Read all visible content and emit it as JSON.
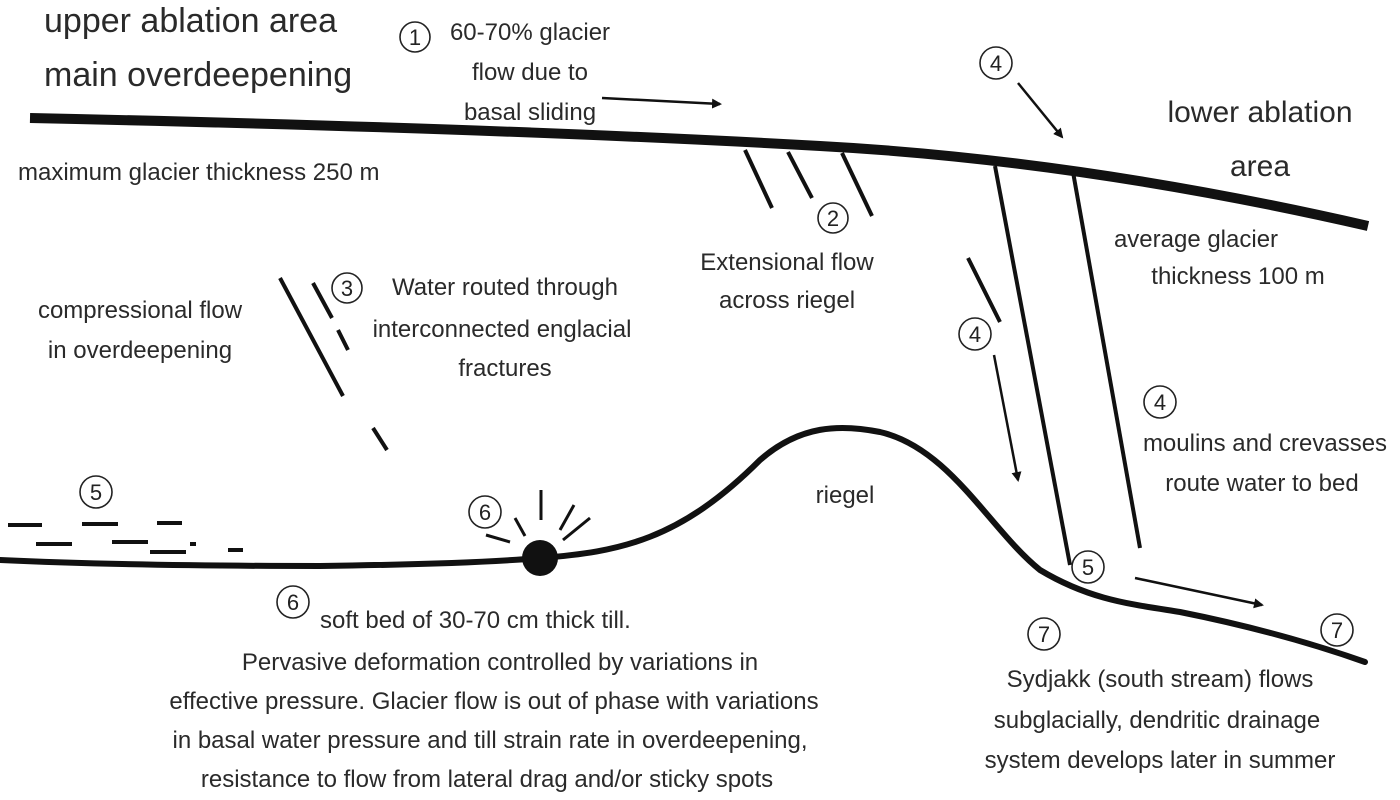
{
  "labels": {
    "upper_area_line1": "upper ablation area",
    "upper_area_line2": "main overdeepening",
    "lower_area_line1": "lower ablation",
    "lower_area_line2": "area",
    "max_thickness": "maximum glacier thickness 250 m",
    "avg_thickness_line1": "average glacier",
    "avg_thickness_line2": "thickness 100 m",
    "riegel": "riegel"
  },
  "markers": [
    "1",
    "2",
    "3",
    "4",
    "5",
    "6",
    "7"
  ],
  "notes": {
    "n1": [
      "60-70% glacier",
      "flow due to",
      "basal sliding"
    ],
    "n2": [
      "Extensional flow",
      "across riegel"
    ],
    "n3": [
      "Water routed through",
      "interconnected englacial",
      "fractures"
    ],
    "compressional": [
      "compressional flow",
      "in overdeepening"
    ],
    "n4": [
      "moulins and crevasses",
      "route water to bed"
    ],
    "n6": [
      "soft bed of 30-70 cm thick till.",
      "Pervasive deformation controlled by variations in",
      "effective pressure. Glacier flow is out of phase with variations",
      "in basal water pressure and till strain rate in overdeepening,",
      "resistance to flow from lateral drag and/or sticky spots"
    ],
    "n7": [
      "Sydjakk (south stream) flows",
      "subglacially, dendritic drainage",
      "system develops later in summer"
    ]
  }
}
